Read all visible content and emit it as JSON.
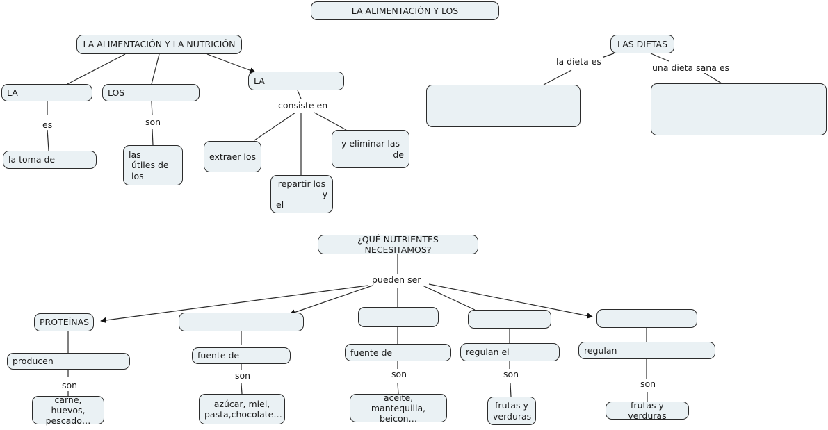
{
  "title": "LA ALIMENTACIÓN Y LOS",
  "colors": {
    "node_fill": "#eaf1f4",
    "node_stroke": "#2b2b2b",
    "background": "#ffffff",
    "text": "#1a1a1a"
  },
  "nodes": {
    "root_title": "LA ALIMENTACIÓN Y LOS",
    "alimentacion_nutricion": "LA ALIMENTACIÓN Y LA NUTRICIÓN",
    "la_left": "LA",
    "los_left": "LOS",
    "la_right": "LA",
    "la_toma_de": "la toma de",
    "las_utiles_l1": "las",
    "las_utiles_l2": "útiles de los",
    "extraer_los": "extraer los",
    "repartir_l1": "repartir los",
    "repartir_l2": "y",
    "repartir_l3": "el",
    "eliminar_l1": "y eliminar las",
    "eliminar_l2": "de",
    "las_dietas": "LAS DIETAS",
    "dieta_box_left": "",
    "dieta_box_right": "",
    "nutrientes_question": "¿QUÉ NUTRIENTES NECESITAMOS?",
    "nutriente_1": "PROTEÍNAS",
    "nutriente_2": "",
    "nutriente_3": "",
    "nutriente_4": "",
    "nutriente_5": "",
    "func_1": "producen",
    "func_2": "fuente de",
    "func_3": "fuente de",
    "func_4": "regulan el",
    "func_5": "regulan",
    "ex_1_l1": "carne, huevos,",
    "ex_1_l2": "pescado…",
    "ex_2_l1": "azúcar, miel,",
    "ex_2_l2": "pasta,chocolate…",
    "ex_3_l1": "aceite, mantequilla,",
    "ex_3_l2": "beicon…",
    "ex_4_l1": "frutas y",
    "ex_4_l2": "verduras",
    "ex_5": "frutas y verduras"
  },
  "link_labels": {
    "es": "es",
    "son_los": "son",
    "consiste_en": "consiste en",
    "la_dieta_es": "la dieta es",
    "una_dieta_sana_es": "una dieta sana es",
    "pueden_ser": "pueden ser",
    "son_1": "son",
    "son_2": "son",
    "son_3": "son",
    "son_4": "son",
    "son_5": "son"
  }
}
